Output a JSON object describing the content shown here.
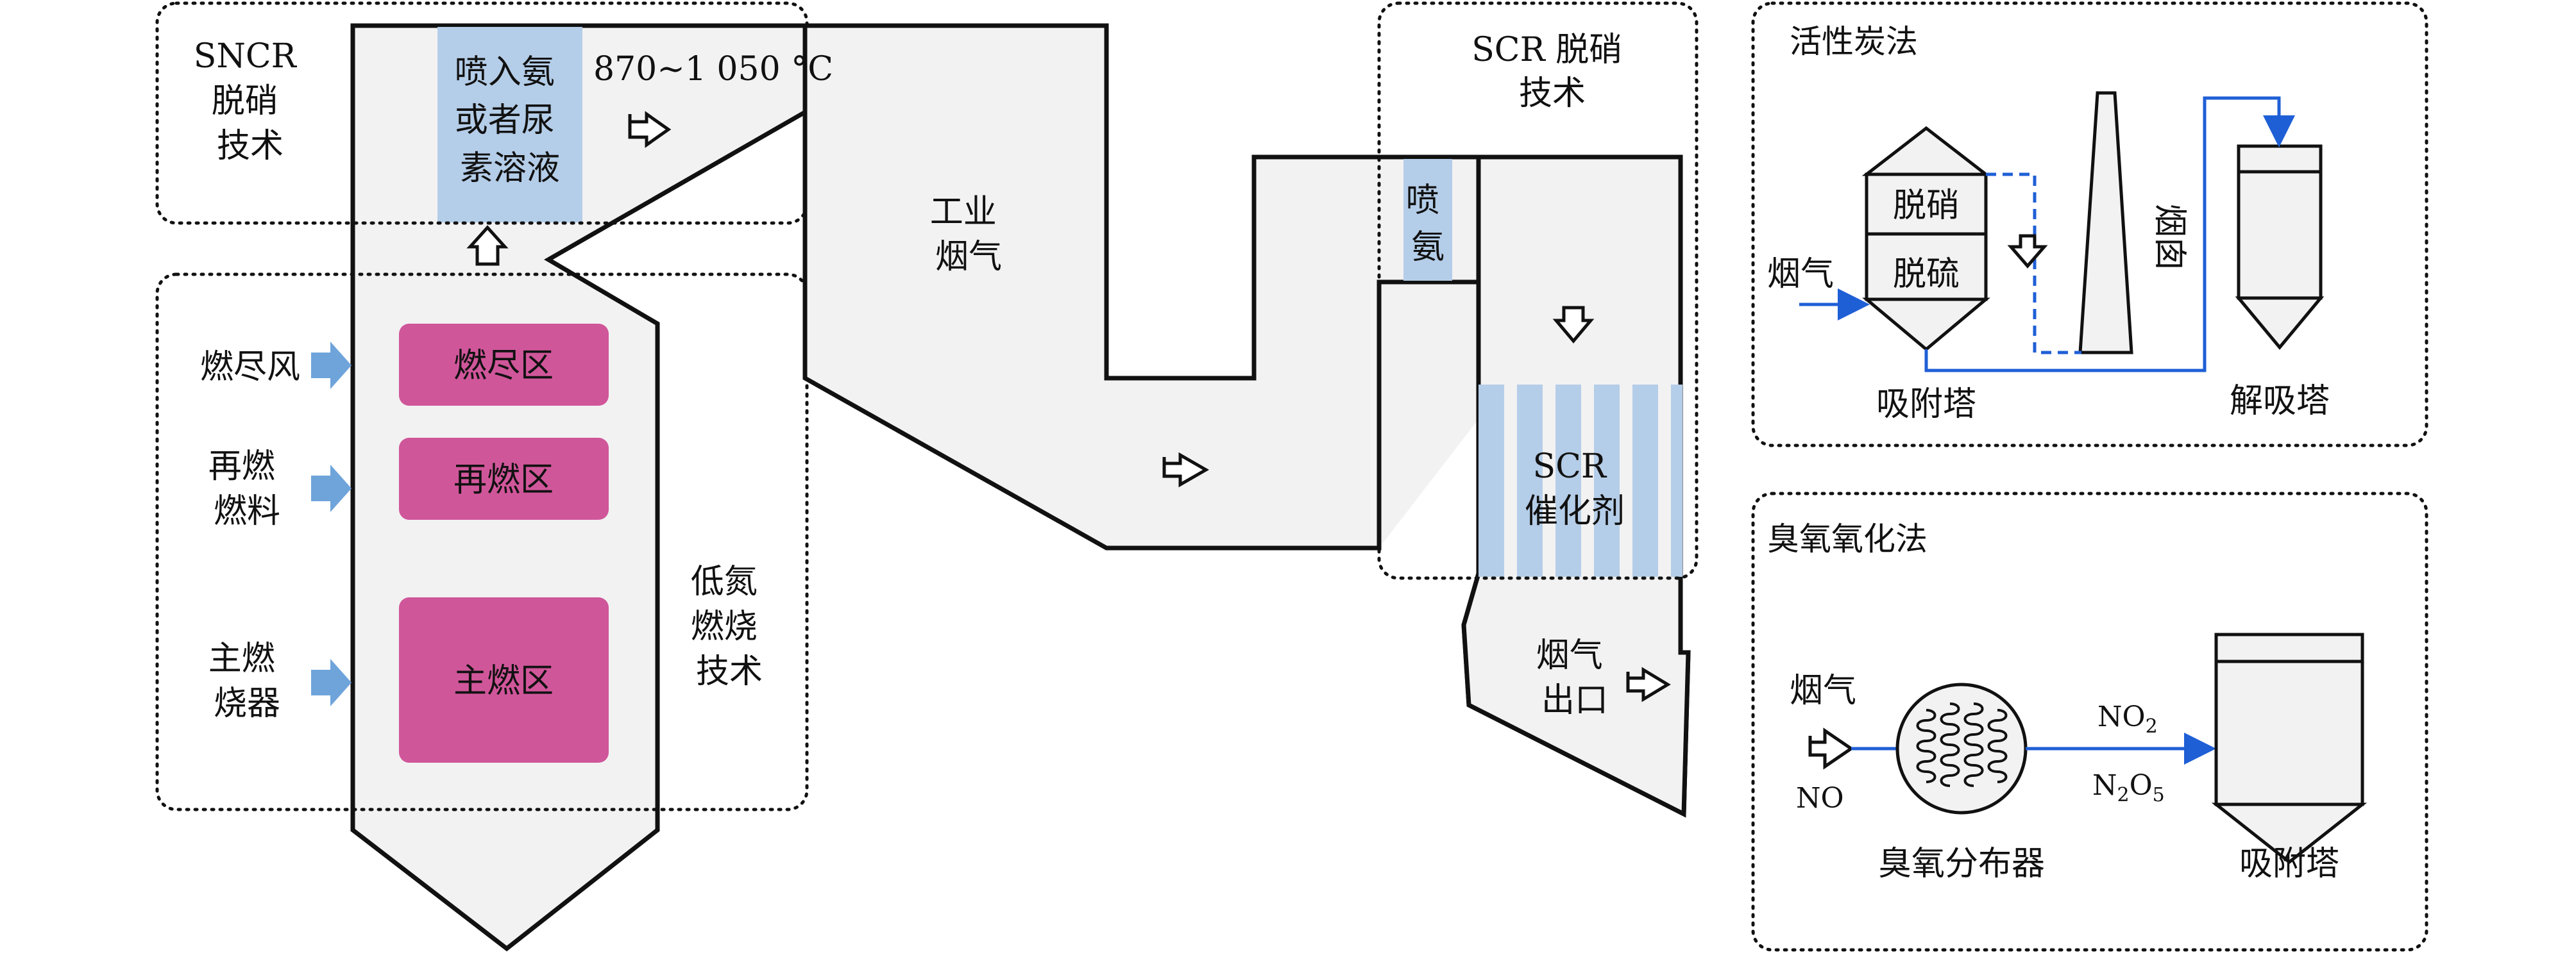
{
  "colors": {
    "zone_pink": "#d0569a",
    "injection_blue": "#b4cde8",
    "arrow_blue": "#6fa4db",
    "flow_line_blue": "#1f5fd6",
    "furnace_gray": "#f2f2f2"
  },
  "sncr": {
    "title_lines": [
      "SNCR",
      "脱硝",
      "技术"
    ],
    "injection_lines": [
      "喷入氨",
      "或者尿",
      "素溶液"
    ],
    "temperature": "870~1 050 °C"
  },
  "low_nox": {
    "label_lines": [
      "低氮",
      "燃烧",
      "技术"
    ],
    "zones": [
      "燃尽区",
      "再燃区",
      "主燃区"
    ],
    "inputs": [
      {
        "lines": [
          "燃尽风"
        ]
      },
      {
        "lines": [
          "再燃",
          "燃料"
        ]
      },
      {
        "lines": [
          "主燃",
          "烧器"
        ]
      }
    ]
  },
  "flue": {
    "label_lines": [
      "工业",
      "烟气"
    ]
  },
  "scr": {
    "title_lines": [
      "SCR 脱硝",
      "技术"
    ],
    "ammonia_lines": [
      "喷",
      "氨"
    ],
    "catalyst_lines": [
      "SCR",
      "催化剂"
    ],
    "outlet_lines": [
      "烟气",
      "出口"
    ]
  },
  "activated_carbon": {
    "title": "活性炭法",
    "tower_sections": [
      "脱硝",
      "脱硫"
    ],
    "flue_gas_label": "烟气",
    "adsorption_tower": "吸附塔",
    "stack_label": "烟囱",
    "desorption_tower": "解吸塔"
  },
  "ozone": {
    "title": "臭氧氧化法",
    "inlet_label": "烟气",
    "inlet_species": "NO",
    "distributor": "臭氧分布器",
    "species_top": {
      "base": "NO",
      "sub": "2",
      "tail": ""
    },
    "species_bottom": {
      "b1": "N",
      "s1": "2",
      "b2": "O",
      "s2": "5"
    },
    "adsorption_tower": "吸附塔"
  }
}
